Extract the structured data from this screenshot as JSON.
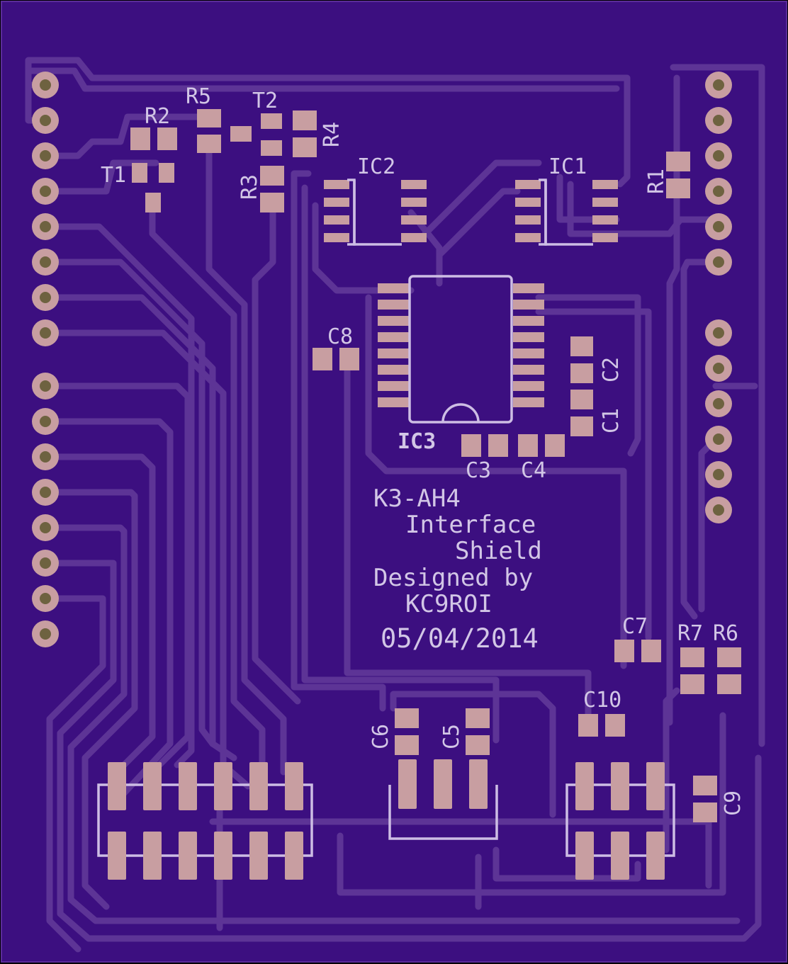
{
  "colors": {
    "board": "#3c0f80",
    "trace": "#5d3496",
    "pad": "#c89ea1",
    "silkscreen": "#d2c6e6"
  },
  "components": {
    "R1": "R1",
    "R2": "R2",
    "R3": "R3",
    "R4": "R4",
    "R5": "R5",
    "R6": "R6",
    "R7": "R7",
    "T1": "T1",
    "T2": "T2",
    "IC1": "IC1",
    "IC2": "IC2",
    "IC3": "IC3",
    "C1": "C1",
    "C2": "C2",
    "C3": "C3",
    "C4": "C4",
    "C5": "C5",
    "C6": "C6",
    "C7": "C7",
    "C8": "C8",
    "C9": "C9",
    "C10": "C10"
  },
  "title_block": {
    "line1": "K3-AH4",
    "line2": "Interface",
    "line3": "Shield",
    "line4": "Designed by",
    "line5": "KC9ROI",
    "date": "05/04/2014"
  }
}
